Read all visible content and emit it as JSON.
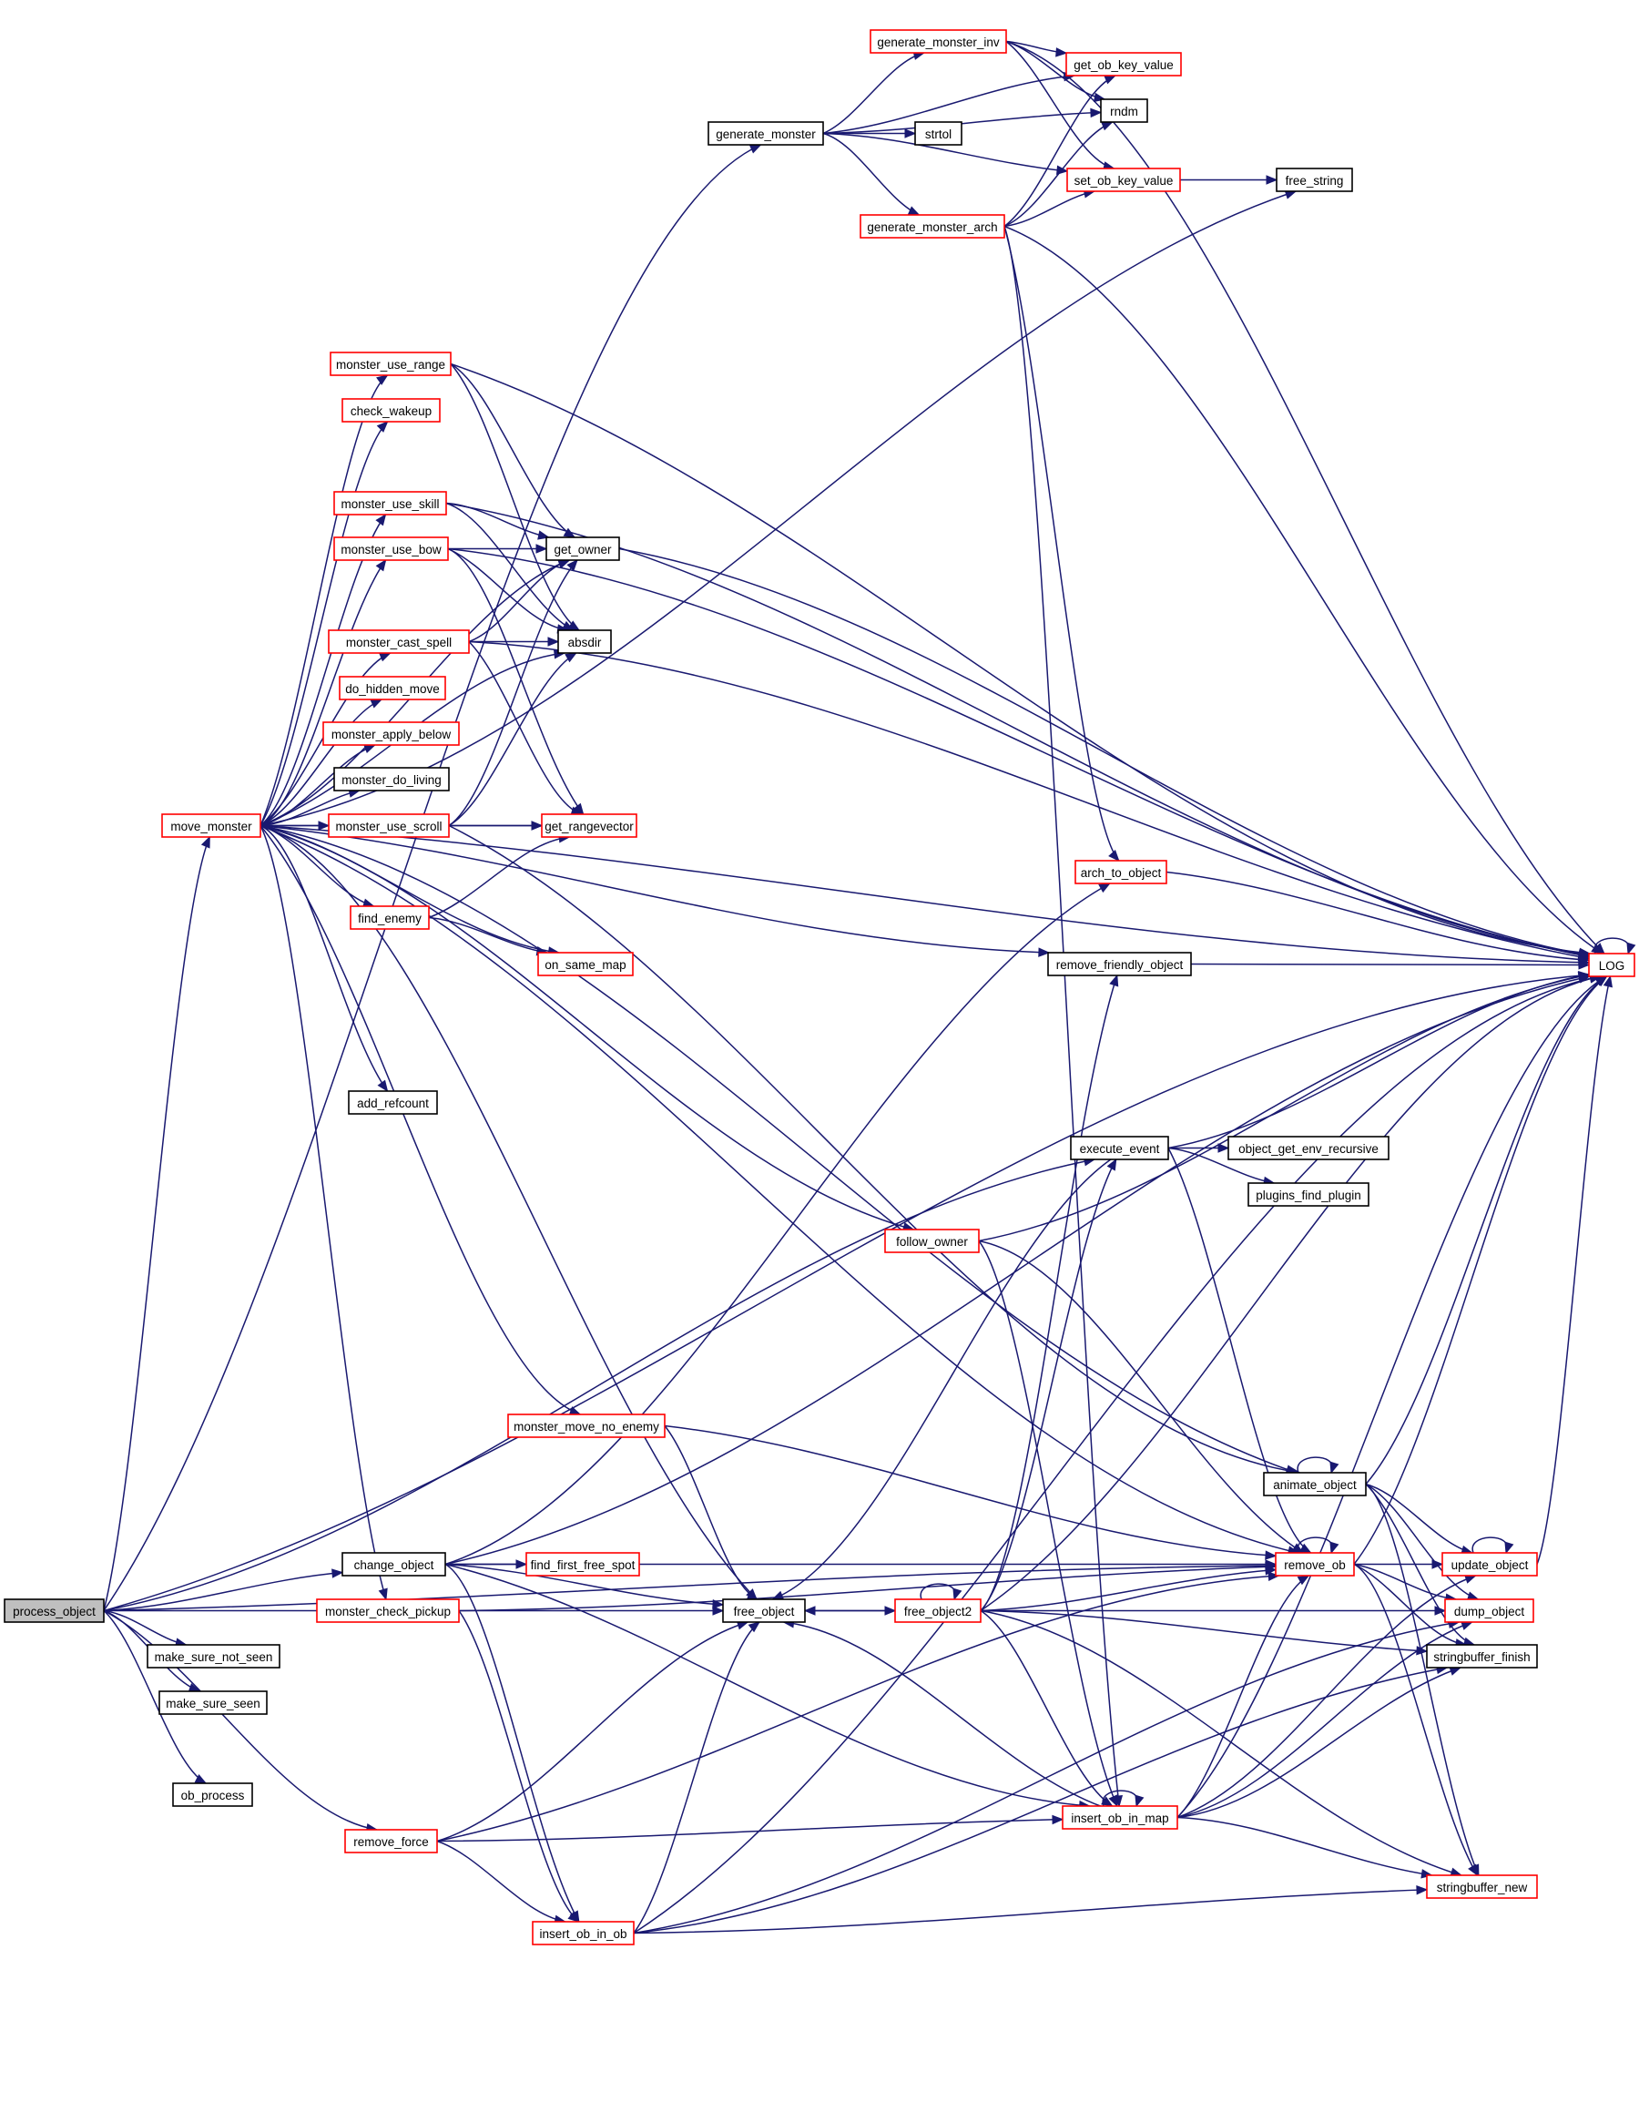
{
  "graph": {
    "title": "Call graph of process_object",
    "colors": {
      "edge": "#191970",
      "node_border_normal": "#000000",
      "node_border_truncated": "#ff0000",
      "root_fill": "#bfbfbf"
    },
    "nodes": [
      {
        "id": "process_object",
        "label": "process_object",
        "kind": "root"
      },
      {
        "id": "generate_monster",
        "label": "generate_monster",
        "kind": "normal"
      },
      {
        "id": "generate_monster_inv",
        "label": "generate_monster_inv",
        "kind": "truncated"
      },
      {
        "id": "get_ob_key_value",
        "label": "get_ob_key_value",
        "kind": "truncated"
      },
      {
        "id": "rndm",
        "label": "rndm",
        "kind": "normal"
      },
      {
        "id": "strtol",
        "label": "strtol",
        "kind": "normal"
      },
      {
        "id": "set_ob_key_value",
        "label": "set_ob_key_value",
        "kind": "truncated"
      },
      {
        "id": "free_string",
        "label": "free_string",
        "kind": "normal"
      },
      {
        "id": "generate_monster_arch",
        "label": "generate_monster_arch",
        "kind": "truncated"
      },
      {
        "id": "monster_use_range",
        "label": "monster_use_range",
        "kind": "truncated"
      },
      {
        "id": "check_wakeup",
        "label": "check_wakeup",
        "kind": "truncated"
      },
      {
        "id": "monster_use_skill",
        "label": "monster_use_skill",
        "kind": "truncated"
      },
      {
        "id": "monster_use_bow",
        "label": "monster_use_bow",
        "kind": "truncated"
      },
      {
        "id": "get_owner",
        "label": "get_owner",
        "kind": "normal"
      },
      {
        "id": "monster_cast_spell",
        "label": "monster_cast_spell",
        "kind": "truncated"
      },
      {
        "id": "absdir",
        "label": "absdir",
        "kind": "normal"
      },
      {
        "id": "do_hidden_move",
        "label": "do_hidden_move",
        "kind": "truncated"
      },
      {
        "id": "monster_apply_below",
        "label": "monster_apply_below",
        "kind": "truncated"
      },
      {
        "id": "monster_do_living",
        "label": "monster_do_living",
        "kind": "normal"
      },
      {
        "id": "move_monster",
        "label": "move_monster",
        "kind": "truncated"
      },
      {
        "id": "monster_use_scroll",
        "label": "monster_use_scroll",
        "kind": "truncated"
      },
      {
        "id": "get_rangevector",
        "label": "get_rangevector",
        "kind": "truncated"
      },
      {
        "id": "find_enemy",
        "label": "find_enemy",
        "kind": "truncated"
      },
      {
        "id": "on_same_map",
        "label": "on_same_map",
        "kind": "truncated"
      },
      {
        "id": "arch_to_object",
        "label": "arch_to_object",
        "kind": "truncated"
      },
      {
        "id": "remove_friendly_object",
        "label": "remove_friendly_object",
        "kind": "normal"
      },
      {
        "id": "LOG",
        "label": "LOG",
        "kind": "truncated"
      },
      {
        "id": "add_refcount",
        "label": "add_refcount",
        "kind": "normal"
      },
      {
        "id": "execute_event",
        "label": "execute_event",
        "kind": "normal"
      },
      {
        "id": "object_get_env_recursive",
        "label": "object_get_env_recursive",
        "kind": "normal"
      },
      {
        "id": "plugins_find_plugin",
        "label": "plugins_find_plugin",
        "kind": "normal"
      },
      {
        "id": "follow_owner",
        "label": "follow_owner",
        "kind": "truncated"
      },
      {
        "id": "monster_move_no_enemy",
        "label": "monster_move_no_enemy",
        "kind": "truncated"
      },
      {
        "id": "animate_object",
        "label": "animate_object",
        "kind": "normal"
      },
      {
        "id": "change_object",
        "label": "change_object",
        "kind": "normal"
      },
      {
        "id": "find_first_free_spot",
        "label": "find_first_free_spot",
        "kind": "truncated"
      },
      {
        "id": "remove_ob",
        "label": "remove_ob",
        "kind": "truncated"
      },
      {
        "id": "update_object",
        "label": "update_object",
        "kind": "truncated"
      },
      {
        "id": "monster_check_pickup",
        "label": "monster_check_pickup",
        "kind": "truncated"
      },
      {
        "id": "free_object",
        "label": "free_object",
        "kind": "normal"
      },
      {
        "id": "free_object2",
        "label": "free_object2",
        "kind": "truncated"
      },
      {
        "id": "dump_object",
        "label": "dump_object",
        "kind": "truncated"
      },
      {
        "id": "make_sure_not_seen",
        "label": "make_sure_not_seen",
        "kind": "normal"
      },
      {
        "id": "stringbuffer_finish",
        "label": "stringbuffer_finish",
        "kind": "normal"
      },
      {
        "id": "make_sure_seen",
        "label": "make_sure_seen",
        "kind": "normal"
      },
      {
        "id": "ob_process",
        "label": "ob_process",
        "kind": "normal"
      },
      {
        "id": "insert_ob_in_map",
        "label": "insert_ob_in_map",
        "kind": "truncated"
      },
      {
        "id": "remove_force",
        "label": "remove_force",
        "kind": "truncated"
      },
      {
        "id": "stringbuffer_new",
        "label": "stringbuffer_new",
        "kind": "truncated"
      },
      {
        "id": "insert_ob_in_ob",
        "label": "insert_ob_in_ob",
        "kind": "truncated"
      }
    ],
    "edges": [
      [
        "process_object",
        "generate_monster"
      ],
      [
        "process_object",
        "move_monster"
      ],
      [
        "process_object",
        "execute_event"
      ],
      [
        "process_object",
        "change_object"
      ],
      [
        "process_object",
        "free_object"
      ],
      [
        "process_object",
        "remove_ob"
      ],
      [
        "process_object",
        "make_sure_not_seen"
      ],
      [
        "process_object",
        "make_sure_seen"
      ],
      [
        "process_object",
        "ob_process"
      ],
      [
        "process_object",
        "remove_force"
      ],
      [
        "process_object",
        "LOG"
      ],
      [
        "generate_monster",
        "generate_monster_inv"
      ],
      [
        "generate_monster",
        "get_ob_key_value"
      ],
      [
        "generate_monster",
        "rndm"
      ],
      [
        "generate_monster",
        "strtol"
      ],
      [
        "generate_monster",
        "set_ob_key_value"
      ],
      [
        "generate_monster",
        "generate_monster_arch"
      ],
      [
        "generate_monster_inv",
        "get_ob_key_value"
      ],
      [
        "generate_monster_inv",
        "rndm"
      ],
      [
        "generate_monster_inv",
        "set_ob_key_value"
      ],
      [
        "generate_monster_inv",
        "LOG"
      ],
      [
        "generate_monster_arch",
        "get_ob_key_value"
      ],
      [
        "generate_monster_arch",
        "rndm"
      ],
      [
        "generate_monster_arch",
        "set_ob_key_value"
      ],
      [
        "generate_monster_arch",
        "arch_to_object"
      ],
      [
        "generate_monster_arch",
        "insert_ob_in_map"
      ],
      [
        "generate_monster_arch",
        "LOG"
      ],
      [
        "set_ob_key_value",
        "free_string"
      ],
      [
        "move_monster",
        "free_string"
      ],
      [
        "move_monster",
        "LOG"
      ],
      [
        "move_monster",
        "monster_use_range"
      ],
      [
        "move_monster",
        "check_wakeup"
      ],
      [
        "move_monster",
        "get_owner"
      ],
      [
        "move_monster",
        "monster_use_skill"
      ],
      [
        "move_monster",
        "monster_use_bow"
      ],
      [
        "move_monster",
        "absdir"
      ],
      [
        "move_monster",
        "monster_cast_spell"
      ],
      [
        "move_monster",
        "do_hidden_move"
      ],
      [
        "move_monster",
        "monster_apply_below"
      ],
      [
        "move_monster",
        "monster_do_living"
      ],
      [
        "move_monster",
        "monster_use_scroll"
      ],
      [
        "move_monster",
        "get_rangevector"
      ],
      [
        "move_monster",
        "find_enemy"
      ],
      [
        "move_monster",
        "on_same_map"
      ],
      [
        "move_monster",
        "remove_friendly_object"
      ],
      [
        "move_monster",
        "add_refcount"
      ],
      [
        "move_monster",
        "animate_object"
      ],
      [
        "move_monster",
        "follow_owner"
      ],
      [
        "move_monster",
        "remove_ob"
      ],
      [
        "move_monster",
        "monster_move_no_enemy"
      ],
      [
        "move_monster",
        "free_object"
      ],
      [
        "move_monster",
        "monster_check_pickup"
      ],
      [
        "monster_use_range",
        "get_owner"
      ],
      [
        "monster_use_range",
        "absdir"
      ],
      [
        "monster_use_range",
        "LOG"
      ],
      [
        "monster_use_skill",
        "get_owner"
      ],
      [
        "monster_use_skill",
        "absdir"
      ],
      [
        "monster_use_skill",
        "LOG"
      ],
      [
        "monster_use_bow",
        "get_owner"
      ],
      [
        "monster_use_bow",
        "absdir"
      ],
      [
        "monster_use_bow",
        "get_rangevector"
      ],
      [
        "monster_use_bow",
        "LOG"
      ],
      [
        "monster_cast_spell",
        "get_owner"
      ],
      [
        "monster_cast_spell",
        "absdir"
      ],
      [
        "monster_cast_spell",
        "get_rangevector"
      ],
      [
        "monster_cast_spell",
        "LOG"
      ],
      [
        "monster_use_scroll",
        "get_rangevector"
      ],
      [
        "monster_use_scroll",
        "absdir"
      ],
      [
        "monster_use_scroll",
        "get_owner"
      ],
      [
        "monster_use_scroll",
        "animate_object"
      ],
      [
        "find_enemy",
        "get_rangevector"
      ],
      [
        "find_enemy",
        "on_same_map"
      ],
      [
        "get_owner",
        "LOG"
      ],
      [
        "arch_to_object",
        "LOG"
      ],
      [
        "remove_friendly_object",
        "LOG"
      ],
      [
        "execute_event",
        "object_get_env_recursive"
      ],
      [
        "execute_event",
        "plugins_find_plugin"
      ],
      [
        "execute_event",
        "LOG"
      ],
      [
        "execute_event",
        "free_object"
      ],
      [
        "execute_event",
        "remove_ob"
      ],
      [
        "follow_owner",
        "remove_ob"
      ],
      [
        "follow_owner",
        "insert_ob_in_map"
      ],
      [
        "follow_owner",
        "LOG"
      ],
      [
        "monster_move_no_enemy",
        "remove_ob"
      ],
      [
        "monster_move_no_enemy",
        "free_object"
      ],
      [
        "animate_object",
        "animate_object"
      ],
      [
        "animate_object",
        "LOG"
      ],
      [
        "animate_object",
        "update_object"
      ],
      [
        "animate_object",
        "dump_object"
      ],
      [
        "animate_object",
        "stringbuffer_finish"
      ],
      [
        "animate_object",
        "stringbuffer_new"
      ],
      [
        "change_object",
        "find_first_free_spot"
      ],
      [
        "change_object",
        "free_object"
      ],
      [
        "change_object",
        "arch_to_object"
      ],
      [
        "change_object",
        "insert_ob_in_map"
      ],
      [
        "change_object",
        "insert_ob_in_ob"
      ],
      [
        "change_object",
        "remove_ob"
      ],
      [
        "change_object",
        "LOG"
      ],
      [
        "monster_check_pickup",
        "insert_ob_in_ob"
      ],
      [
        "monster_check_pickup",
        "remove_ob"
      ],
      [
        "free_object",
        "free_object2"
      ],
      [
        "free_object2",
        "free_object"
      ],
      [
        "free_object2",
        "free_object2"
      ],
      [
        "free_object2",
        "remove_ob"
      ],
      [
        "free_object2",
        "dump_object"
      ],
      [
        "free_object2",
        "stringbuffer_finish"
      ],
      [
        "free_object2",
        "stringbuffer_new"
      ],
      [
        "free_object2",
        "insert_ob_in_map"
      ],
      [
        "free_object2",
        "execute_event"
      ],
      [
        "free_object2",
        "remove_friendly_object"
      ],
      [
        "free_object2",
        "LOG"
      ],
      [
        "remove_ob",
        "remove_ob"
      ],
      [
        "remove_ob",
        "update_object"
      ],
      [
        "remove_ob",
        "dump_object"
      ],
      [
        "remove_ob",
        "stringbuffer_finish"
      ],
      [
        "remove_ob",
        "stringbuffer_new"
      ],
      [
        "remove_ob",
        "LOG"
      ],
      [
        "update_object",
        "update_object"
      ],
      [
        "update_object",
        "LOG"
      ],
      [
        "insert_ob_in_map",
        "insert_ob_in_map"
      ],
      [
        "insert_ob_in_map",
        "free_object"
      ],
      [
        "insert_ob_in_map",
        "remove_ob"
      ],
      [
        "insert_ob_in_map",
        "update_object"
      ],
      [
        "insert_ob_in_map",
        "dump_object"
      ],
      [
        "insert_ob_in_map",
        "stringbuffer_finish"
      ],
      [
        "insert_ob_in_map",
        "stringbuffer_new"
      ],
      [
        "insert_ob_in_map",
        "LOG"
      ],
      [
        "remove_force",
        "free_object"
      ],
      [
        "remove_force",
        "insert_ob_in_ob"
      ],
      [
        "remove_force",
        "insert_ob_in_map"
      ],
      [
        "remove_force",
        "remove_ob"
      ],
      [
        "insert_ob_in_ob",
        "free_object"
      ],
      [
        "insert_ob_in_ob",
        "dump_object"
      ],
      [
        "insert_ob_in_ob",
        "stringbuffer_finish"
      ],
      [
        "insert_ob_in_ob",
        "stringbuffer_new"
      ],
      [
        "insert_ob_in_ob",
        "LOG"
      ],
      [
        "LOG",
        "LOG"
      ]
    ]
  }
}
